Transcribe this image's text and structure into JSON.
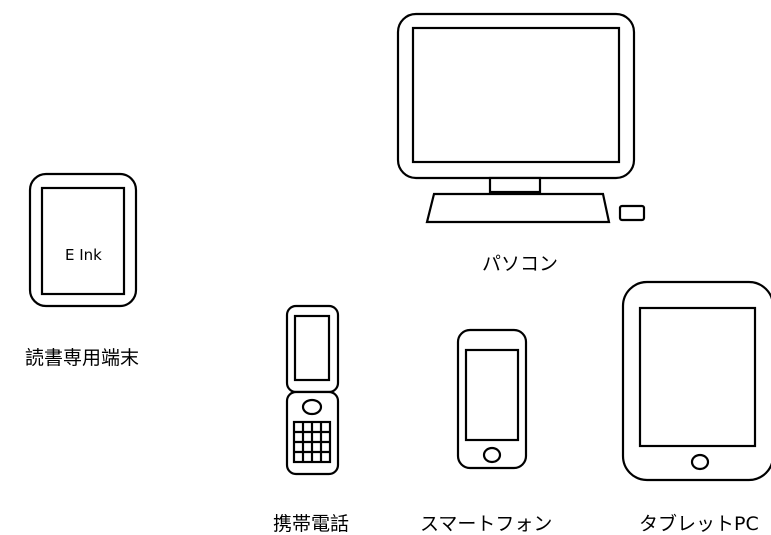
{
  "devices": {
    "ereader": {
      "label": "読書専用端末",
      "screen_text": "E Ink",
      "icon": "ereader-icon"
    },
    "pc": {
      "label": "パソコン",
      "icon": "desktop-pc-icon"
    },
    "feature_phone": {
      "label": "携帯電話",
      "icon": "flip-phone-icon"
    },
    "smartphone": {
      "label": "スマートフォン",
      "icon": "smartphone-icon"
    },
    "tablet": {
      "label": "タブレットPC",
      "icon": "tablet-icon"
    }
  },
  "colors": {
    "line": "#000000",
    "background": "#ffffff"
  }
}
